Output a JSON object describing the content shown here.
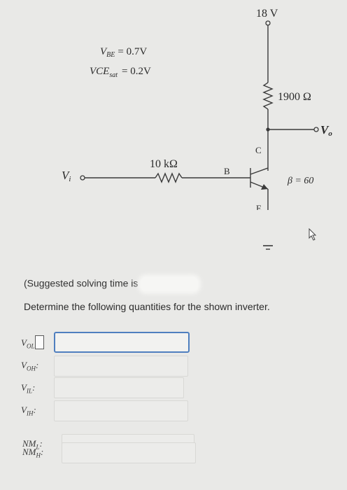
{
  "circuit": {
    "vcc_label": "18 V",
    "vbe_label": "V",
    "vbe_sub": "BE",
    "vbe_value": "= 0.7V",
    "vce_label": "VCE",
    "vce_sub": "sat",
    "vce_value": "= 0.2V",
    "rc_label": "1900 Ω",
    "vo_label": "V",
    "vo_sub": "o",
    "rb_label": "10 kΩ",
    "vi_label": "V",
    "vi_sub": "i",
    "b_label": "B",
    "c_label": "C",
    "e_label": "E",
    "beta_label": "β = 60"
  },
  "note": "(Suggested solving time is",
  "question": "Determine the following quantities for the shown inverter.",
  "fields": [
    {
      "label": "V",
      "sub": "OL",
      "value": "",
      "active": true
    },
    {
      "label": "V",
      "sub": "OH",
      "value": "",
      "active": false
    },
    {
      "label": "V",
      "sub": "IL",
      "value": "",
      "active": false
    },
    {
      "label": "V",
      "sub": "IH",
      "value": "",
      "active": false
    },
    {
      "label": "NM",
      "sub": "L",
      "value": "",
      "active": false
    },
    {
      "label": "NM",
      "sub": "H",
      "value": "",
      "active": false
    }
  ]
}
